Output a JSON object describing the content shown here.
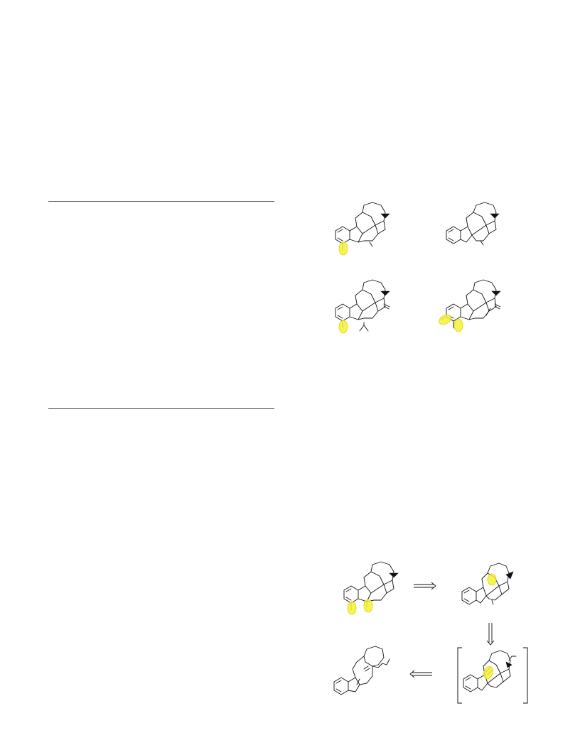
{
  "page": {
    "background": "#ffffff"
  },
  "colors": {
    "highlight": "#f4f13a",
    "line": "#111111"
  },
  "structures": [
    {
      "name": "structure-top-left",
      "highlights": 1
    },
    {
      "name": "structure-top-right",
      "highlights": 0
    },
    {
      "name": "structure-middle-left",
      "highlights": 1
    },
    {
      "name": "structure-middle-right",
      "highlights": 2
    },
    {
      "name": "retro-target",
      "highlights": 2
    },
    {
      "name": "retro-intermediate-1",
      "highlights": 1
    },
    {
      "name": "retro-intermediate-bracketed",
      "highlights": 1
    },
    {
      "name": "retro-precursor",
      "highlights": 0
    }
  ],
  "arrows": [
    {
      "name": "retro-arrow-right",
      "direction": "right"
    },
    {
      "name": "retro-arrow-down",
      "direction": "down"
    },
    {
      "name": "retro-arrow-left",
      "direction": "left"
    }
  ]
}
